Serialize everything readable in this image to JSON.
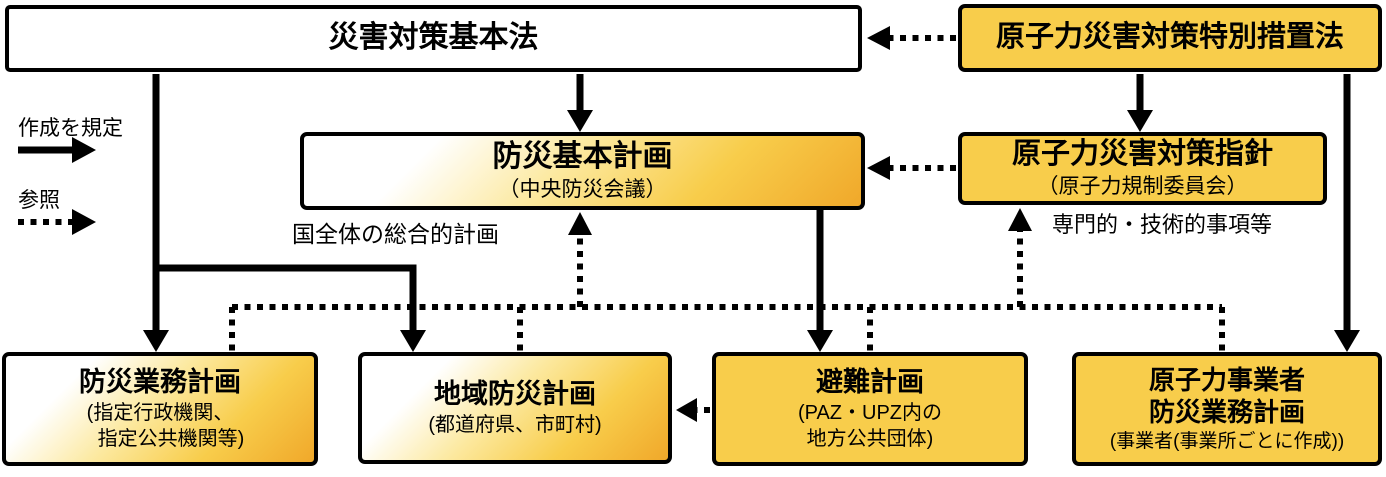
{
  "legend": {
    "solid_label": "作成を規定",
    "dotted_label": "参照"
  },
  "boxes": {
    "basic_act": {
      "title": "災害対策基本法"
    },
    "nuclear_act": {
      "title": "原子力災害対策特別措置法"
    },
    "basic_plan": {
      "title": "防災基本計画",
      "subtitle": "（中央防災会議）"
    },
    "guideline": {
      "title": "原子力災害対策指針",
      "subtitle": "（原子力規制委員会）"
    },
    "operations_plan": {
      "title": "防災業務計画",
      "subtitle_line1": "(指定行政機関、",
      "subtitle_line2": "指定公共機関等)"
    },
    "regional_plan": {
      "title": "地域防災計画",
      "subtitle_line1": "(都道府県、市町村)"
    },
    "evacuation_plan": {
      "title": "避難計画",
      "subtitle_line1": "(PAZ・UPZ内の",
      "subtitle_line2": "地方公共団体)"
    },
    "operator_plan": {
      "title_line1": "原子力事業者",
      "title_line2": "防災業務計画",
      "subtitle_line1": "(事業者(事業所ごとに作成))"
    }
  },
  "notes": {
    "basic_plan_note": "国全体の総合的計画",
    "guideline_note": "専門的・技術的事項等"
  },
  "colors": {
    "accent": "#F8CD4B",
    "accent_deep": "#F0A82A",
    "line": "#000000",
    "background": "#FFFFFF"
  }
}
